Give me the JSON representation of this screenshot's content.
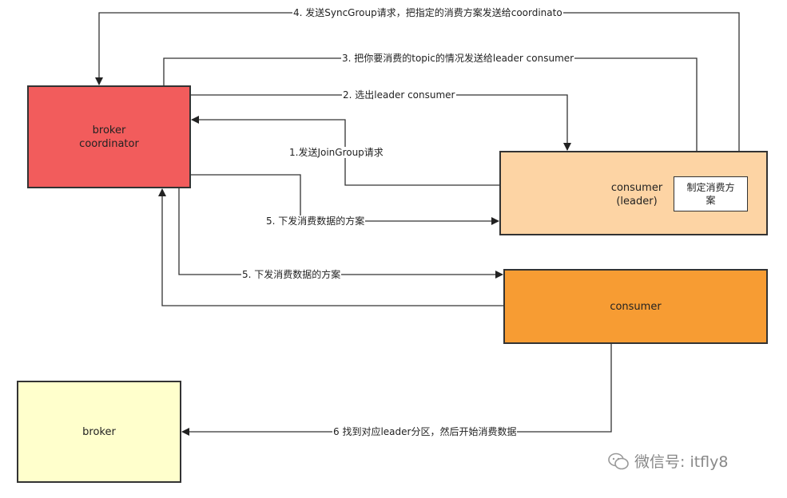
{
  "nodes": {
    "coordinator": {
      "line1": "broker",
      "line2": "coordinator"
    },
    "leader": {
      "line1": "consumer",
      "line2": "(leader)",
      "plan_line1": "制定消费方",
      "plan_line2": "案"
    },
    "consumer": {
      "label": "consumer"
    },
    "broker": {
      "label": "broker"
    }
  },
  "edges": {
    "e1": "1.发送JoinGroup请求",
    "e2": "2. 选出leader consumer",
    "e3": "3. 把你要消费的topic的情况发送给leader consumer",
    "e4": "4. 发送SyncGroup请求，把指定的消费方案发送给coordinato",
    "e5a": "5. 下发消费数据的方案",
    "e5b": "5. 下发消费数据的方案",
    "e6": "6 找到对应leader分区，然后开始消费数据"
  },
  "watermark": "微信号: itfly8",
  "colors": {
    "coordinator": "#f25c5c",
    "leader": "#fdd4a4",
    "consumer": "#f79c33",
    "broker": "#ffffcc"
  }
}
